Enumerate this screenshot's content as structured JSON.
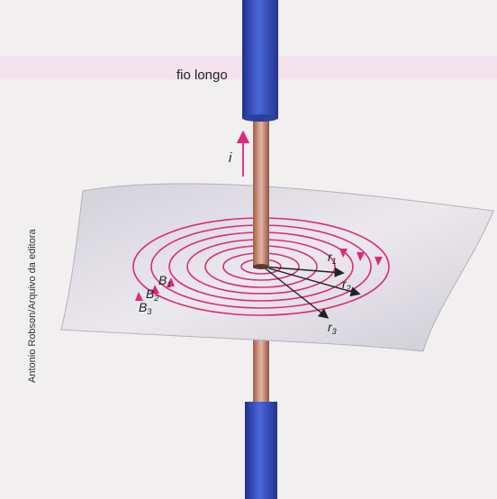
{
  "diagram": {
    "wire_label": "fio longo",
    "current_label": "i",
    "field_labels": {
      "b1": "B",
      "b1_sub": "1",
      "b2": "B",
      "b2_sub": "2",
      "b3": "B",
      "b3_sub": "3"
    },
    "radius_labels": {
      "r1": "r",
      "r1_sub": "1",
      "r2": "r",
      "r2_sub": "2",
      "r3": "r",
      "r3_sub": "3"
    },
    "credit": "Antonio Robson/Arquivo da editora",
    "colors": {
      "field_lines": "#e0287a",
      "insulation": "#3550c8",
      "copper": "#c98f7a",
      "plane": "#dfdce2"
    }
  }
}
